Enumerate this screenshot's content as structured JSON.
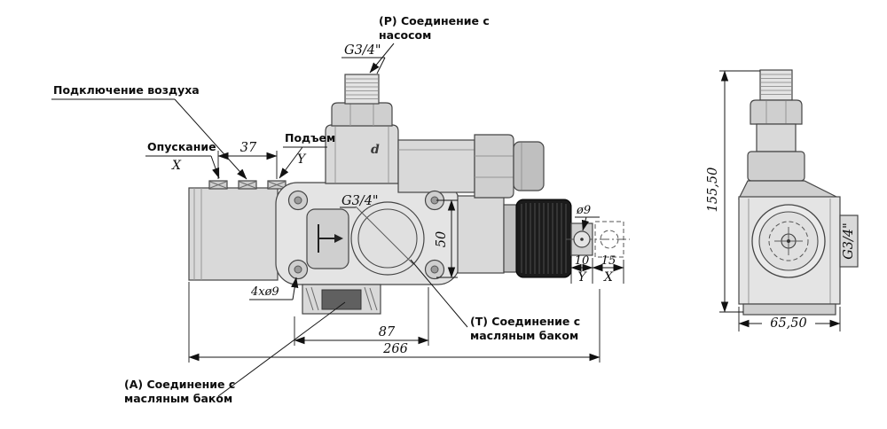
{
  "front": {
    "callouts": {
      "air": "Подключение воздуха",
      "lowering": "Опускание",
      "lowering_sym": "X",
      "lift": "Подъем",
      "lift_sym": "Y",
      "pump1": "(P) Соединение с",
      "pump2": "насосом",
      "pump_thread": "G3/4\"",
      "center_thread": "G3/4\"",
      "tank_t1": "(T) Соединение с",
      "tank_t2": "масляным баком",
      "tank_a1": "(A) Соединение с",
      "tank_a2": "масляным баком",
      "bolt_holes": "4xø9",
      "pin_hole": "ø9",
      "body_mark": "d"
    },
    "dims": {
      "ports_span": "37",
      "port_height": "50",
      "bottom_span": "87",
      "total_length": "266",
      "offset_y": "10",
      "offset_x": "15",
      "sym_y": "Y",
      "sym_x": "X"
    }
  },
  "side": {
    "dims": {
      "height": "155,50",
      "width": "65,50",
      "thread": "G3/4\""
    }
  }
}
